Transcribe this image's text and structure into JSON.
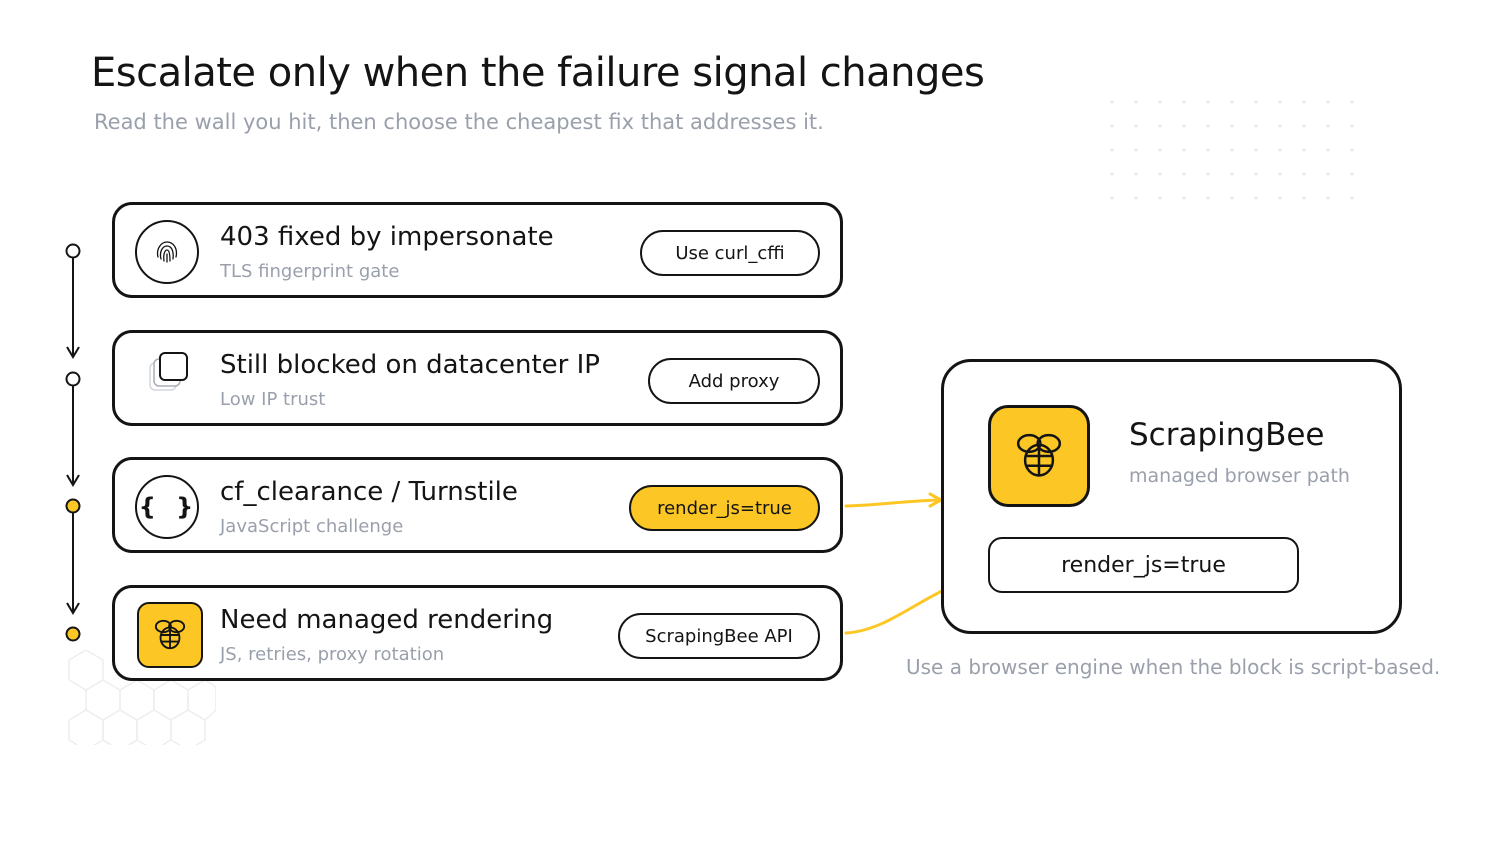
{
  "header": {
    "title": "Escalate only when the failure signal changes",
    "subtitle": "Read the wall you hit, then choose the cheapest fix that addresses it."
  },
  "steps": [
    {
      "title": "403 fixed by impersonate",
      "subtitle": "TLS fingerprint gate",
      "action": "Use curl_cffi",
      "icon": "fingerprint-icon",
      "highlight": false
    },
    {
      "title": "Still blocked on datacenter IP",
      "subtitle": "Low IP trust",
      "action": "Add proxy",
      "icon": "stacked-squares-icon",
      "highlight": false
    },
    {
      "title": "cf_clearance / Turnstile",
      "subtitle": "JavaScript challenge",
      "action": "render_js=true",
      "icon": "code-braces-icon",
      "highlight": true
    },
    {
      "title": "Need managed rendering",
      "subtitle": "JS, retries, proxy rotation",
      "action": "ScrapingBee API",
      "icon": "bee-icon",
      "highlight": false
    }
  ],
  "panel": {
    "title": "ScrapingBee",
    "subtitle": "managed browser path",
    "field": "render_js=true",
    "caption": "Use a browser engine when the block is script-based."
  },
  "colors": {
    "accent": "#fcc724",
    "ink": "#141414",
    "muted": "#9aa0ab"
  }
}
